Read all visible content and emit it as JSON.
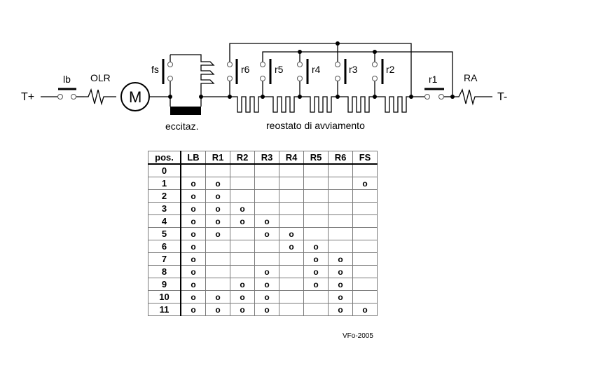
{
  "circuit": {
    "terminal_plus": "T+",
    "terminal_minus": "T-",
    "switch_lb": "lb",
    "overload": "OLR",
    "motor": "M",
    "field_switch": "fs",
    "contacts": [
      "r6",
      "r5",
      "r4",
      "r3",
      "r2"
    ],
    "contact_r1": "r1",
    "resistor_ra": "RA",
    "excitation_label": "eccitaz.",
    "rheostat_label": "reostato di avviamento"
  },
  "table": {
    "headers": [
      "pos.",
      "LB",
      "R1",
      "R2",
      "R3",
      "R4",
      "R5",
      "R6",
      "FS"
    ],
    "rows": [
      [
        "0",
        "",
        "",
        "",
        "",
        "",
        "",
        "",
        ""
      ],
      [
        "1",
        "o",
        "o",
        "",
        "",
        "",
        "",
        "",
        "o"
      ],
      [
        "2",
        "o",
        "o",
        "",
        "",
        "",
        "",
        "",
        ""
      ],
      [
        "3",
        "o",
        "o",
        "o",
        "",
        "",
        "",
        "",
        ""
      ],
      [
        "4",
        "o",
        "o",
        "o",
        "o",
        "",
        "",
        "",
        ""
      ],
      [
        "5",
        "o",
        "o",
        "",
        "o",
        "o",
        "",
        "",
        ""
      ],
      [
        "6",
        "o",
        "",
        "",
        "",
        "o",
        "o",
        "",
        ""
      ],
      [
        "7",
        "o",
        "",
        "",
        "",
        "",
        "o",
        "o",
        ""
      ],
      [
        "8",
        "o",
        "",
        "",
        "o",
        "",
        "o",
        "o",
        ""
      ],
      [
        "9",
        "o",
        "",
        "o",
        "o",
        "",
        "o",
        "o",
        ""
      ],
      [
        "10",
        "o",
        "o",
        "o",
        "o",
        "",
        "",
        "o",
        ""
      ],
      [
        "11",
        "o",
        "o",
        "o",
        "o",
        "",
        "",
        "o",
        "o"
      ]
    ]
  },
  "credit": "VFo-2005"
}
